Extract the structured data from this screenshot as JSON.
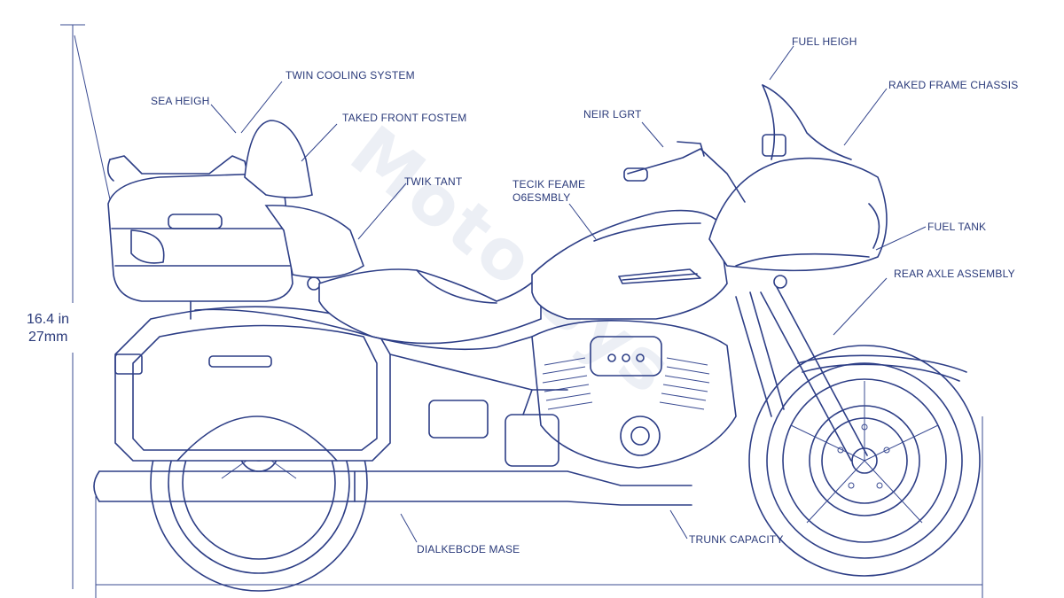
{
  "labels": {
    "twin_cooling": "TWIN COOLING SYSTEM",
    "sea_heigh": "SEA HEIGH",
    "taked_front": "TAKED FRONT FOSTEM",
    "twik_tant": "TWIK TANT",
    "tecik_feame": "TECIK FEAME",
    "o6esmbly": "O6ESMBLY",
    "neir_lgrt": "NEIR LGRT",
    "fuel_heigh": "FUEL HEIGH",
    "raked_frame": "RAKED FRAME CHASSIS",
    "fuel_tank": "FUEL TANK",
    "rear_axle": "REAR AXLE ASSEMBLY",
    "dialkebcde": "DIALKEBCDE MASE",
    "trunk_capacity": "TRUNK CAPACITY"
  },
  "dimension": {
    "line1": "16.4 in",
    "line2": "27mm"
  },
  "watermark": "Moto Sys",
  "colors": {
    "ink": "#2d3e86",
    "paper": "#ffffff"
  }
}
